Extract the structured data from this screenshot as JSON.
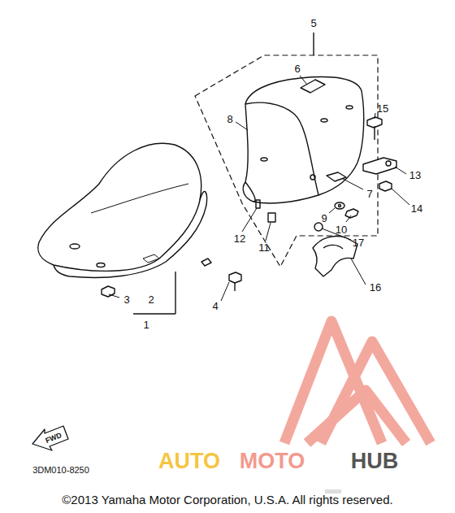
{
  "diagram": {
    "labels": [
      "5",
      "6",
      "15",
      "8",
      "13",
      "7",
      "14",
      "9",
      "10",
      "12",
      "11",
      "17",
      "3",
      "2",
      "4",
      "1",
      "16",
      "FWD",
      "3DM010-8250",
      "AUTO",
      "MOTO",
      "HUB",
      "©2013 Yamaha Motor Corporation, U.S.A. All rights reserved."
    ]
  }
}
